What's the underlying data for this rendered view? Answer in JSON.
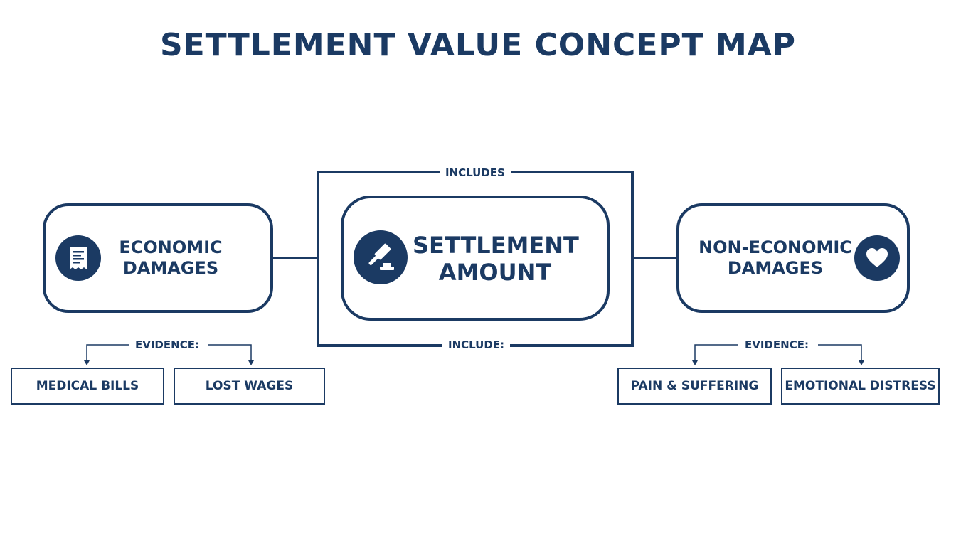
{
  "title": "SETTLEMENT VALUE CONCEPT MAP",
  "center": {
    "line1": "SETTLEMENT",
    "line2": "AMOUNT",
    "icon": "gavel-icon"
  },
  "frame": {
    "top_label": "INCLUDES",
    "bottom_label": "INCLUDE:"
  },
  "left": {
    "line1": "ECONOMIC",
    "line2": "DAMAGES",
    "icon": "receipt-icon",
    "evidence_label": "EVIDENCE:",
    "items": [
      "MEDICAL BILLS",
      "LOST WAGES"
    ]
  },
  "right": {
    "line1": "NON-ECONOMIC",
    "line2": "DAMAGES",
    "icon": "heart-icon",
    "evidence_label": "EVIDENCE:",
    "items": [
      "PAIN & SUFFERING",
      "EMOTIONAL DISTRESS"
    ]
  },
  "colors": {
    "primary": "#1b3a63",
    "background": "#ffffff"
  }
}
